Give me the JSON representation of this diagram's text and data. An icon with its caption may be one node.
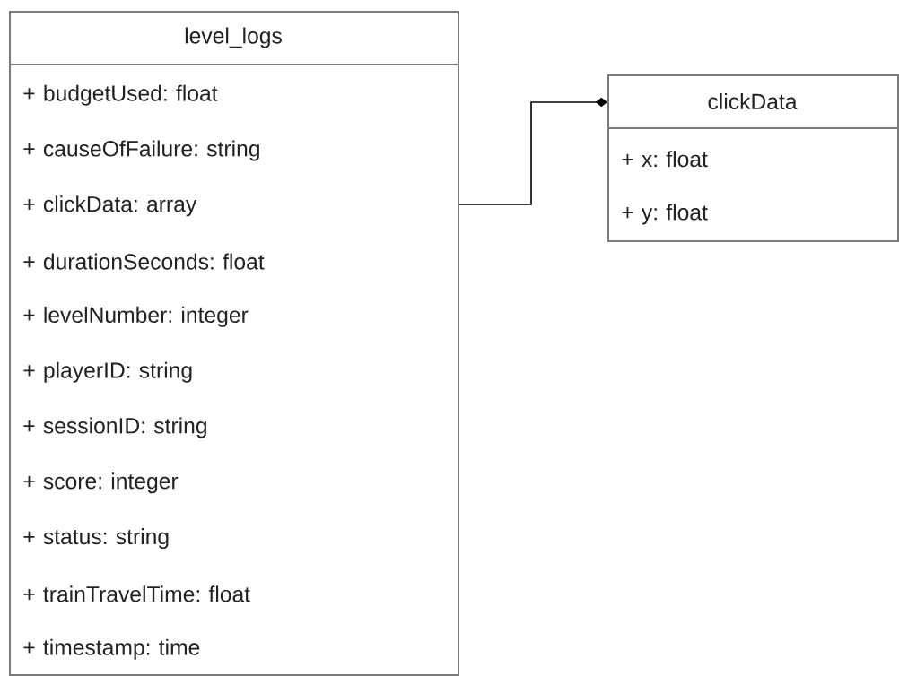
{
  "diagram": {
    "nodes": [
      {
        "text": [
          "level_logs"
        ]
      },
      {
        "text": [
          "+ budgetUsed: float"
        ],
        "in": 0
      },
      {
        "text": [
          "+ causeOfFailure: string"
        ],
        "in": 0
      },
      {
        "text": [
          "+ clickData: array"
        ],
        "in": 0
      },
      {
        "text": [
          "+ durationSeconds: float"
        ],
        "in": 0
      },
      {
        "text": [
          "+ levelNumber: integer"
        ],
        "in": 0
      },
      {
        "text": [
          "+ playerID: string"
        ],
        "in": 0
      },
      {
        "text": [
          "+ sessionID: string"
        ],
        "in": 0
      },
      {
        "text": [
          "+ score: integer"
        ],
        "in": 0
      },
      {
        "text": [
          "+ status: string"
        ],
        "in": 0
      },
      {
        "text": [
          "+ trainTravelTime: float"
        ],
        "in": 0
      },
      {
        "text": [
          "+ timestamp: time"
        ],
        "in": 0
      },
      {
        "text": [
          "clickData"
        ]
      },
      {
        "text": [
          "+ x: float"
        ],
        "in": 12
      },
      {
        "text": [
          "+ y: float"
        ],
        "in": 12
      }
    ],
    "edges": [
      {
        "from": 0,
        "to": 12,
        "arrow": "other"
      }
    ]
  }
}
